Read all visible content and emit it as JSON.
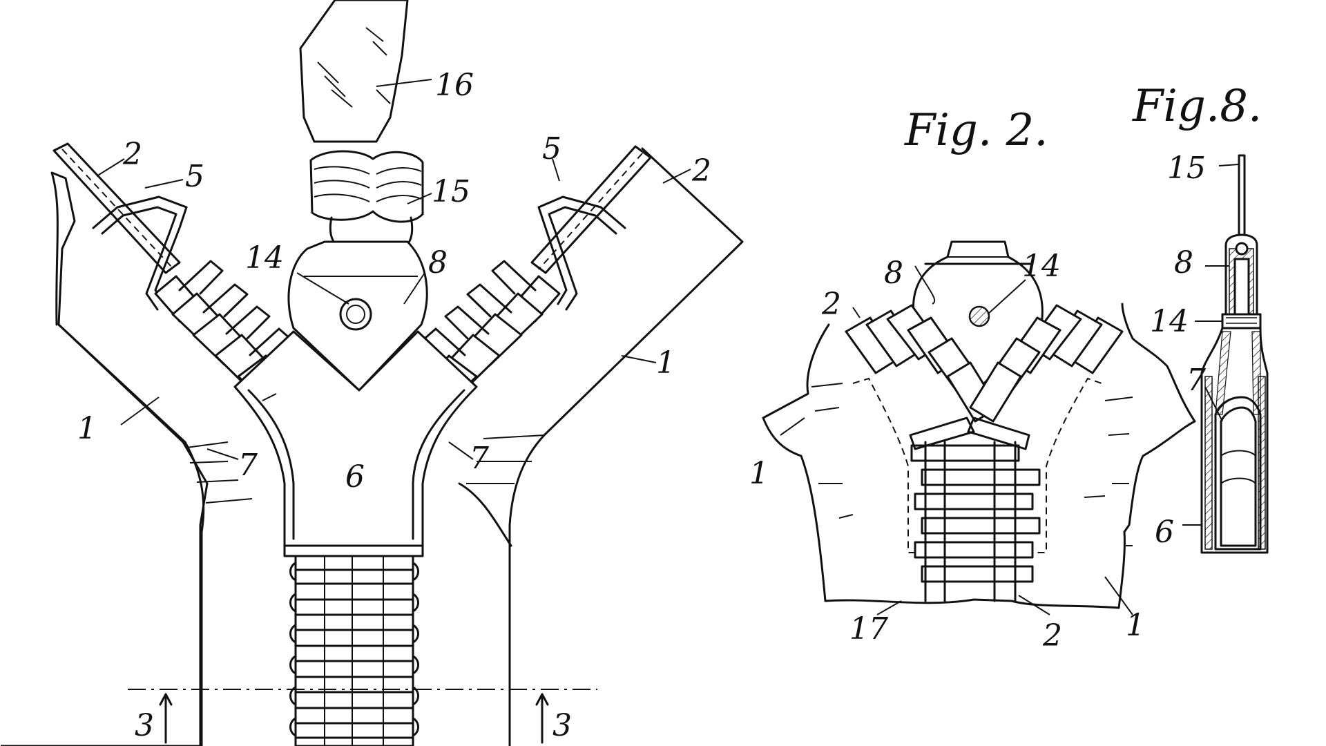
{
  "figures": {
    "fig2_title": "Fig. 2.",
    "fig8_title": "Fig.8."
  },
  "fig1_labels": {
    "l16": "16",
    "l15": "15",
    "l14": "14",
    "l8": "8",
    "l2_left": "2",
    "l2_right": "2",
    "l5_left": "5",
    "l5_right": "5",
    "l1_left": "1",
    "l1_right": "1",
    "l7_left": "7",
    "l7_right": "7",
    "l6": "6",
    "l3_left": "3",
    "l3_right": "3"
  },
  "fig2_labels": {
    "l8": "8",
    "l14": "14",
    "l2_top": "2",
    "l1_left": "1",
    "l1_right": "1",
    "l17": "17",
    "l2_bottom": "2"
  },
  "fig8_labels": {
    "l15": "15",
    "l8": "8",
    "l14": "14",
    "l7": "7",
    "l6": "6"
  }
}
